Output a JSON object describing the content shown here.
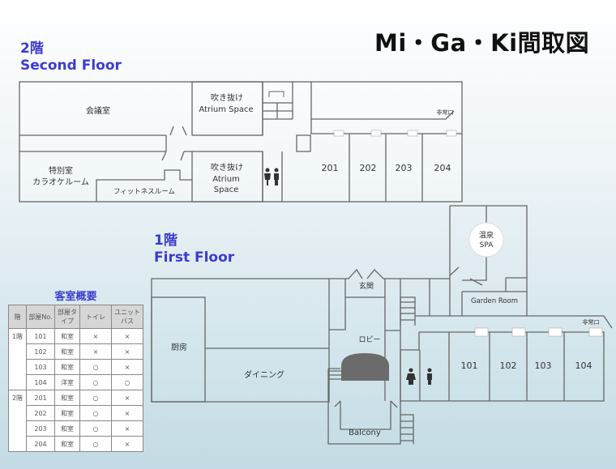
{
  "title": "Mi・Ga・Ki間取図",
  "second_floor": {
    "label_jp": "2階",
    "label_en": "Second Floor",
    "rooms": {
      "meeting": "会議室",
      "atrium_top_jp": "吹き抜け",
      "atrium_top_en": "Atrium Space",
      "atrium_bottom_jp": "吹き抜け",
      "atrium_bottom_en1": "Atrium",
      "atrium_bottom_en2": "Space",
      "special_1": "特別室",
      "special_2": "カラオケルーム",
      "fitness": "フィットネスルーム",
      "emergency_exit": "非常口",
      "guest_rooms": [
        "201",
        "202",
        "203",
        "204"
      ]
    }
  },
  "first_floor": {
    "label_jp": "1階",
    "label_en": "First Floor",
    "rooms": {
      "spa_jp": "温泉",
      "spa_en": "SPA",
      "entrance": "玄関",
      "garden": "Garden Room",
      "kitchen": "厨房",
      "lobby": "ロビー",
      "dining": "ダイニング",
      "balcony": "Balcony",
      "emergency_exit": "非常口",
      "guest_rooms": [
        "101",
        "102",
        "103",
        "104"
      ]
    }
  },
  "room_table": {
    "title": "客室概要",
    "headers": [
      "階",
      "部屋No.",
      "部屋タイプ",
      "トイレ",
      "ユニットバス"
    ],
    "floors": [
      "1階",
      "2階"
    ],
    "rows": [
      {
        "no": "101",
        "type": "和室",
        "toilet": "×",
        "bath": "×"
      },
      {
        "no": "102",
        "type": "和室",
        "toilet": "×",
        "bath": "×"
      },
      {
        "no": "103",
        "type": "和室",
        "toilet": "○",
        "bath": "×"
      },
      {
        "no": "104",
        "type": "洋室",
        "toilet": "○",
        "bath": "○"
      },
      {
        "no": "201",
        "type": "和室",
        "toilet": "○",
        "bath": "×"
      },
      {
        "no": "202",
        "type": "和室",
        "toilet": "○",
        "bath": "×"
      },
      {
        "no": "203",
        "type": "和室",
        "toilet": "○",
        "bath": "×"
      },
      {
        "no": "204",
        "type": "和室",
        "toilet": "○",
        "bath": "×"
      }
    ]
  }
}
